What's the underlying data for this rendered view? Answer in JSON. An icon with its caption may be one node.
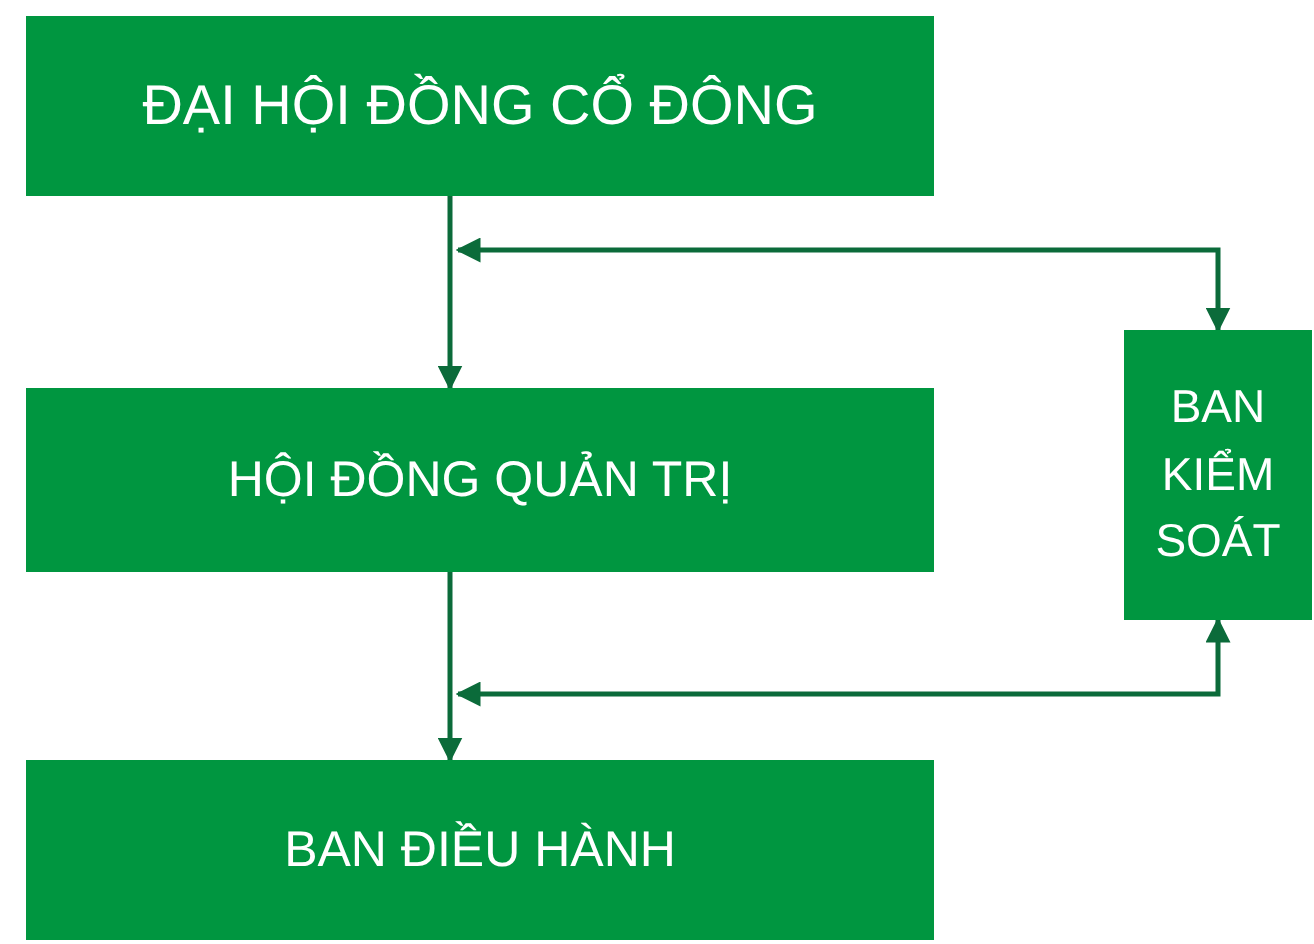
{
  "diagram": {
    "nodes": [
      {
        "text": [
          "ĐẠI HỘI ĐỒNG CỔ ĐÔNG"
        ]
      },
      {
        "text": [
          "HỘI ĐỒNG QUẢN TRỊ"
        ]
      },
      {
        "text": [
          "BAN KIỂM SOÁT"
        ]
      },
      {
        "text": [
          "BAN ĐIỀU HÀNH"
        ]
      }
    ],
    "edges": [
      {
        "from": 0,
        "to": 1,
        "arrow": "to"
      },
      {
        "from": 1,
        "to": 3,
        "arrow": "to"
      },
      {
        "from": 2,
        "to": 0,
        "arrow": "both"
      },
      {
        "from": 2,
        "to": 3,
        "arrow": "both"
      }
    ]
  }
}
